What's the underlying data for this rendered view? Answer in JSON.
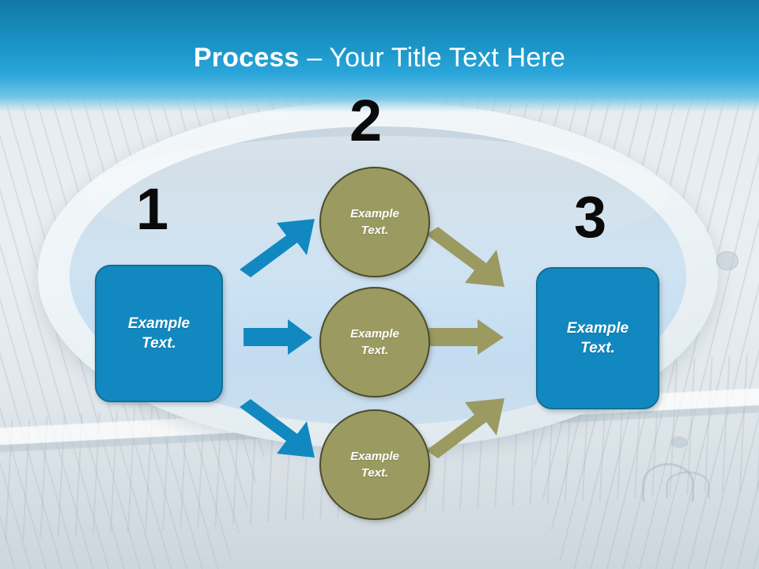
{
  "slide": {
    "title_strong": "Process",
    "title_separator": " – ",
    "title_light": "Your Title Text Here"
  },
  "theme": {
    "accent_blue": "#1189C0",
    "accent_blue_border": "#156E94",
    "accent_olive": "#9B9A60",
    "accent_olive_border": "#4C4C2F",
    "header_gradient_top": "#1278A6",
    "header_gradient_bottom": "#6FC4E6",
    "number_color": "#0A0A0A",
    "node_text_color": "#FFFFFF"
  },
  "steps": [
    {
      "number": "1",
      "label": "Example\nText."
    },
    {
      "number": "2",
      "label": "Example\nText."
    },
    {
      "number": "3",
      "label": "Example\nText."
    }
  ],
  "nodes": {
    "left_box": {
      "line1": "Example",
      "line2": "Text."
    },
    "circle_top": {
      "line1": "Example",
      "line2": "Text."
    },
    "circle_middle": {
      "line1": "Example",
      "line2": "Text."
    },
    "circle_bottom": {
      "line1": "Example",
      "line2": "Text."
    },
    "right_box": {
      "line1": "Example",
      "line2": "Text."
    }
  },
  "step_numbers": {
    "one": "1",
    "two": "2",
    "three": "3"
  },
  "arrows": [
    {
      "id": "blue-up",
      "color": "#1189C0",
      "direction": "up-right",
      "from": "left_box",
      "to": "circle_top"
    },
    {
      "id": "blue-mid",
      "color": "#1189C0",
      "direction": "right",
      "from": "left_box",
      "to": "circle_middle"
    },
    {
      "id": "blue-down",
      "color": "#1189C0",
      "direction": "down-right",
      "from": "left_box",
      "to": "circle_bottom"
    },
    {
      "id": "olive-down",
      "color": "#9B9A60",
      "direction": "down-right",
      "from": "circle_top",
      "to": "right_box"
    },
    {
      "id": "olive-mid",
      "color": "#9B9A60",
      "direction": "right",
      "from": "circle_middle",
      "to": "right_box"
    },
    {
      "id": "olive-up",
      "color": "#9B9A60",
      "direction": "up-right",
      "from": "circle_bottom",
      "to": "right_box"
    }
  ]
}
